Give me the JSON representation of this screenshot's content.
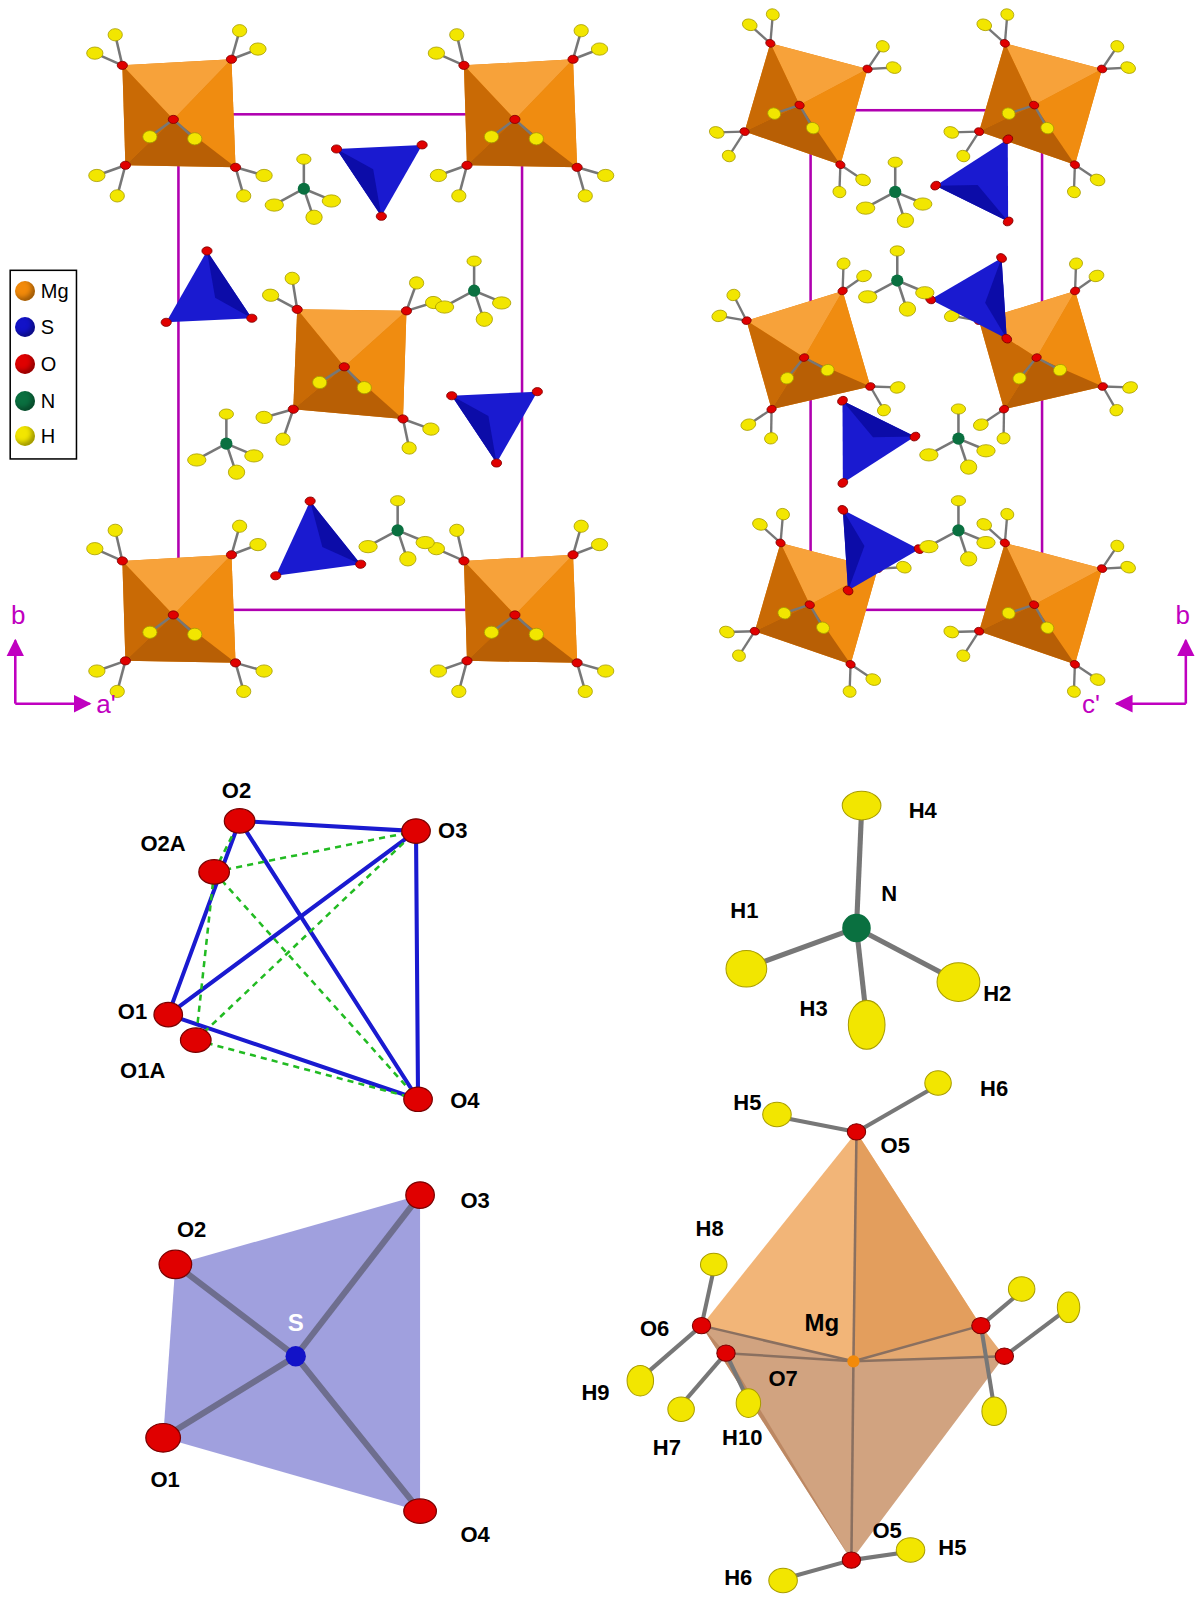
{
  "diagram": {
    "labels": [
      "b",
      "a'",
      "c'",
      "b",
      "O2",
      "O3",
      "O2A",
      "O1",
      "O1A",
      "O4",
      "H4",
      "H1",
      "N",
      "H3",
      "H2",
      "O2",
      "O3",
      "S",
      "O1",
      "O4",
      "H5",
      "H6",
      "O5",
      "H8",
      "O6",
      "O7",
      "Mg",
      "H9",
      "H7",
      "H10",
      "O5",
      "H6",
      "H5"
    ],
    "legend": [
      {
        "text": "Mg",
        "color": "#f28a0a"
      },
      {
        "text": "S",
        "color": "#1212c8"
      },
      {
        "text": "O",
        "color": "#e00000"
      },
      {
        "text": "N",
        "color": "#0a7040"
      },
      {
        "text": "H",
        "color": "#f2e600"
      }
    ]
  }
}
